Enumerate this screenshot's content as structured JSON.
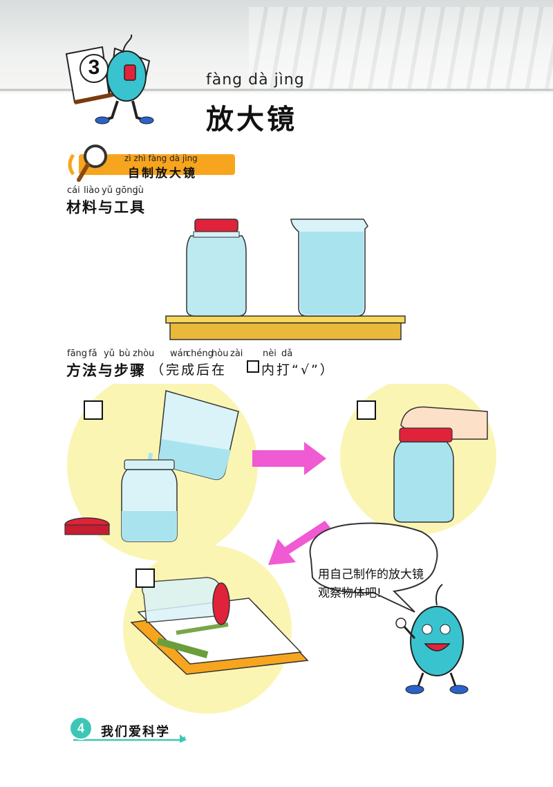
{
  "header": {
    "chapter_number": "3"
  },
  "title": {
    "pinyin": "fàng dà jìng",
    "text": "放大镜"
  },
  "section": {
    "pinyin": "zì  zhì fàng dà jìng",
    "title": "自制放大镜",
    "icon": "magnifier-icon"
  },
  "materials": {
    "pinyin": [
      "cái",
      "liào",
      "yǔ",
      "gōng",
      "jù"
    ],
    "heading": "材料与工具"
  },
  "method": {
    "pinyin": [
      "fāng",
      "fǎ",
      "yǔ",
      "bù",
      "zhòu",
      "wán",
      "chéng",
      "hòu",
      "zài",
      "nèi",
      "dǎ"
    ],
    "heading": "方法与步骤",
    "note_part1": "（完成后在",
    "note_part2": "内打“√”）"
  },
  "bubble": {
    "text": "用自己制作的放大镜观察物体吧!"
  },
  "footer": {
    "page_number": "4",
    "book_title": "我们爱科学"
  },
  "colors": {
    "accent_orange": "#f7a51e",
    "circle_yellow": "#fbf5b4",
    "arrow_magenta": "#f05ad2",
    "water_blue": "#a9e4ee",
    "lid_red": "#e0233a"
  }
}
